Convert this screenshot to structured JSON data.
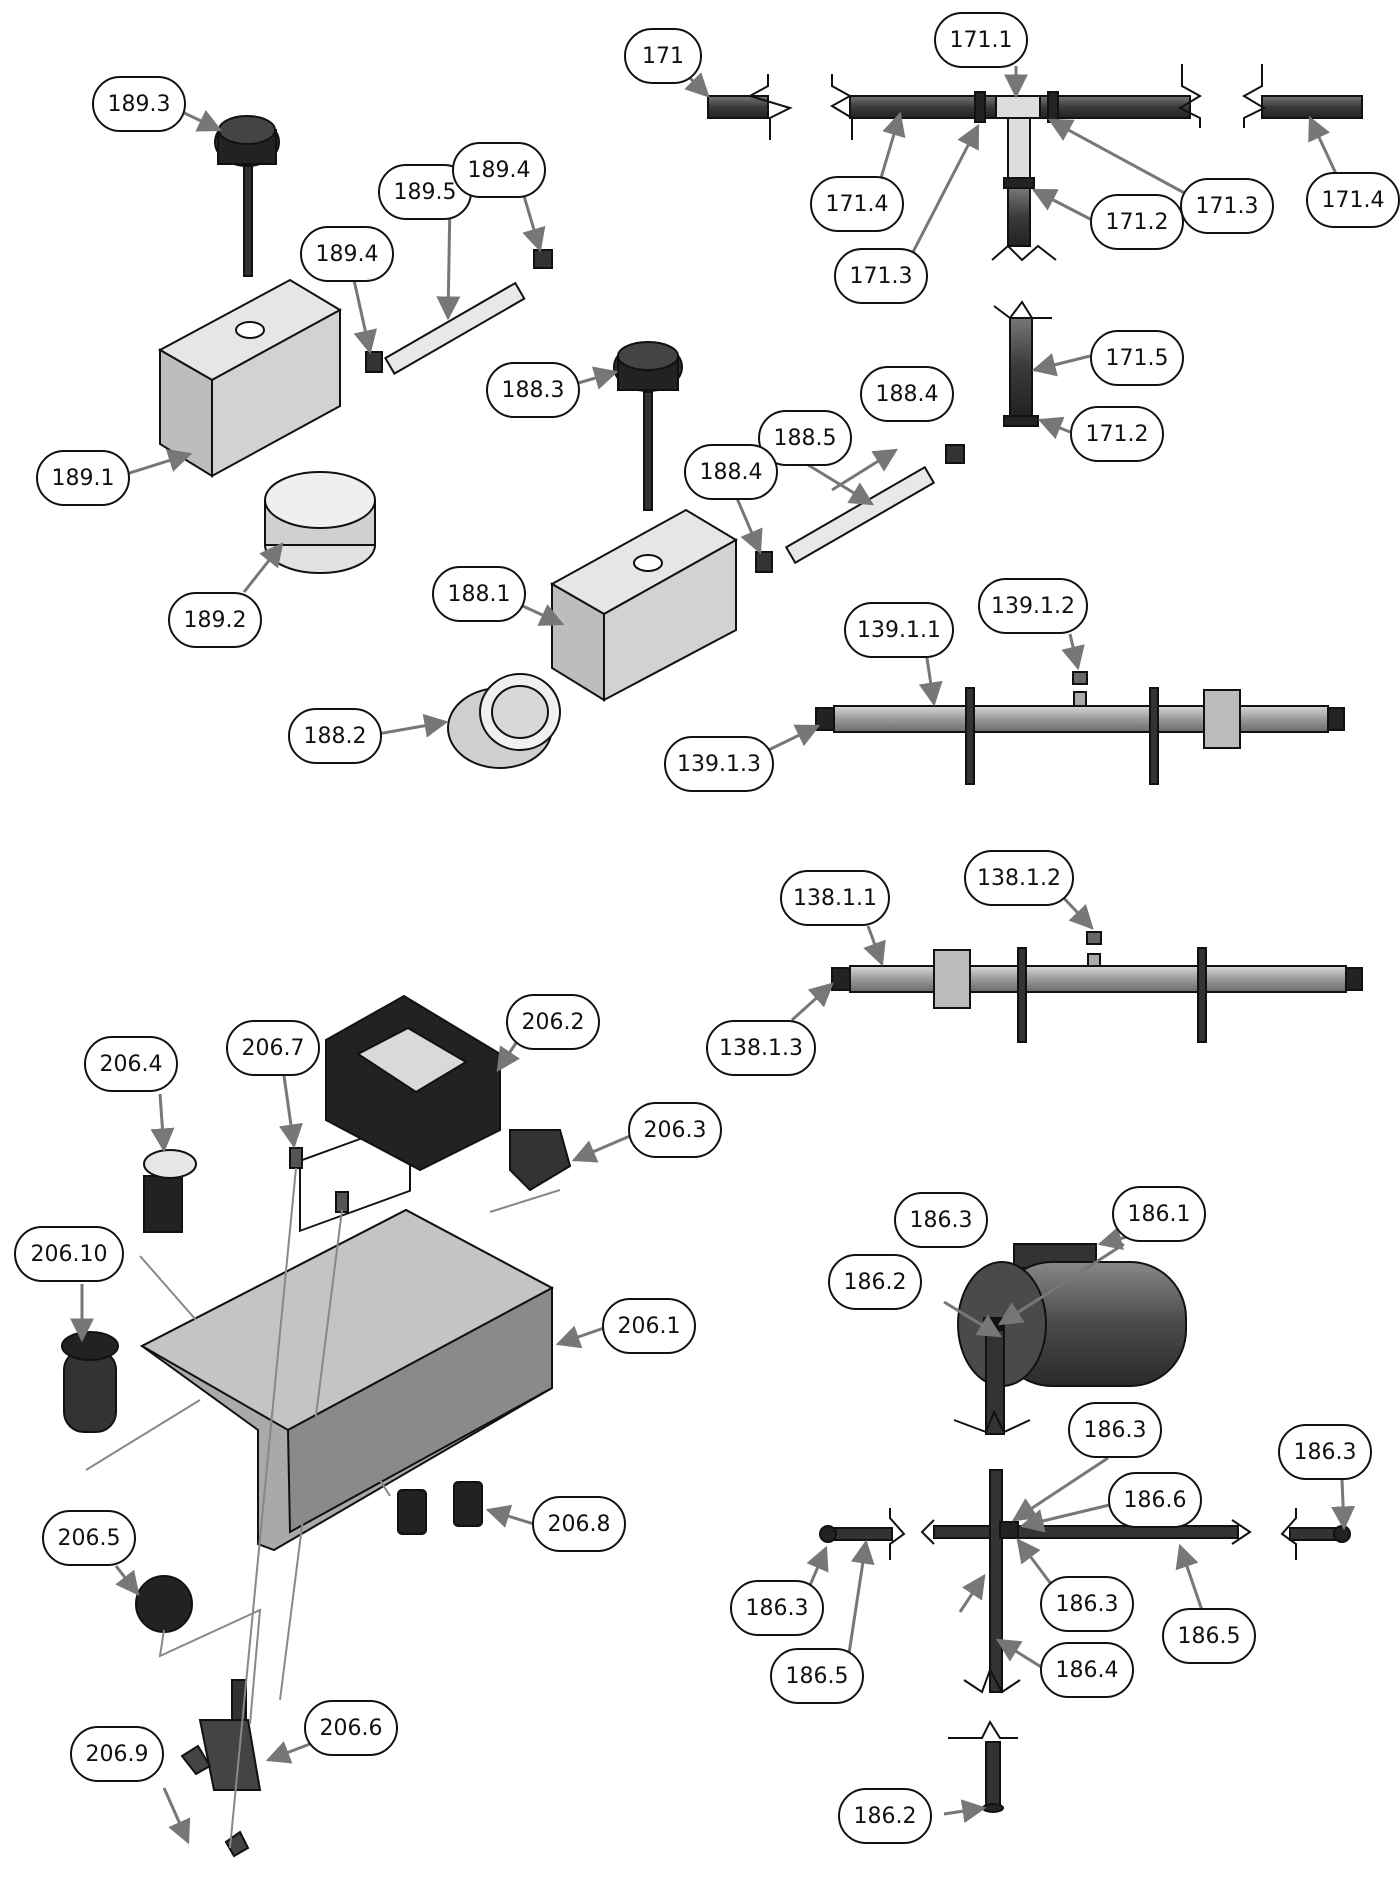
{
  "diagram": {
    "callouts": {
      "c171": "171",
      "c171_1": "171.1",
      "c171_4a": "171.4",
      "c171_3a": "171.3",
      "c171_2a": "171.2",
      "c171_3b": "171.3",
      "c171_4b": "171.4",
      "c171_5": "171.5",
      "c171_2b": "171.2",
      "c189_3": "189.3",
      "c189_5": "189.5",
      "c189_4a": "189.4",
      "c189_4b": "189.4",
      "c189_1": "189.1",
      "c189_2": "189.2",
      "c188_3": "188.3",
      "c188_4a": "188.4",
      "c188_5": "188.5",
      "c188_4b": "188.4",
      "c188_1": "188.1",
      "c188_2": "188.2",
      "c139_1_1": "139.1.1",
      "c139_1_2": "139.1.2",
      "c139_1_3": "139.1.3",
      "c138_1_1": "138.1.1",
      "c138_1_2": "138.1.2",
      "c138_1_3": "138.1.3",
      "c206_7": "206.7",
      "c206_2": "206.2",
      "c206_4": "206.4",
      "c206_3": "206.3",
      "c206_10": "206.10",
      "c206_1": "206.1",
      "c206_8": "206.8",
      "c206_5": "206.5",
      "c206_6": "206.6",
      "c206_9": "206.9",
      "c186_1": "186.1",
      "c186_3a": "186.3",
      "c186_2a": "186.2",
      "c186_3b": "186.3",
      "c186_3c": "186.3",
      "c186_6": "186.6",
      "c186_3d": "186.3",
      "c186_3e": "186.3",
      "c186_5a": "186.5",
      "c186_5b": "186.5",
      "c186_4": "186.4",
      "c186_2b": "186.2"
    }
  }
}
